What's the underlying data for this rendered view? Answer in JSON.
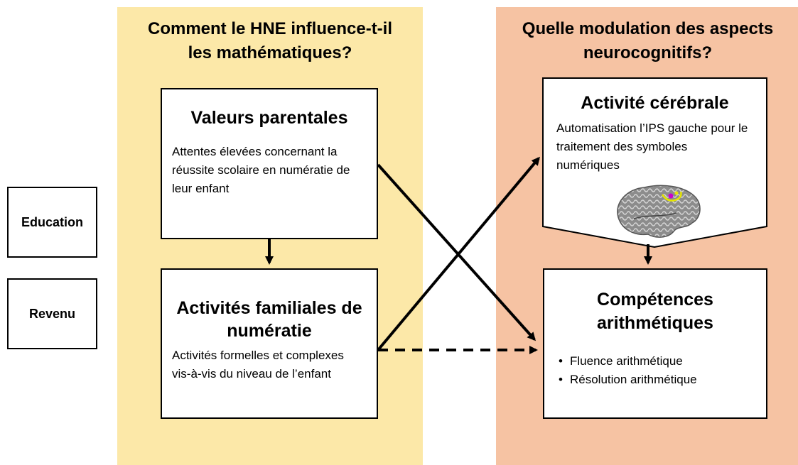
{
  "left_panel": {
    "title_line1": "Comment le HNE influence-t-il",
    "title_line2": "les mathématiques?",
    "color": "#fce8a8"
  },
  "right_panel": {
    "title_line1": "Quelle modulation des aspects",
    "title_line2": "neurocognitifs?",
    "color": "#f6c3a3"
  },
  "side_boxes": {
    "education": "Education",
    "revenu": "Revenu"
  },
  "valeurs": {
    "title": "Valeurs parentales",
    "body": "Attentes élevées concernant la réussite scolaire en numératie de leur enfant"
  },
  "activites": {
    "title": "Activités familiales de numératie",
    "body": "Activités formelles et complexes vis-à-vis du niveau de l’enfant"
  },
  "cerebrale": {
    "title": "Activité cérébrale",
    "body": "Automatisation l’IPS gauche pour le traitement des symboles numériques",
    "icon": "brain-icon"
  },
  "competences": {
    "title": "Compétences arithmétiques",
    "items": [
      "Fluence arithmétique",
      "Résolution arithmétique"
    ]
  }
}
